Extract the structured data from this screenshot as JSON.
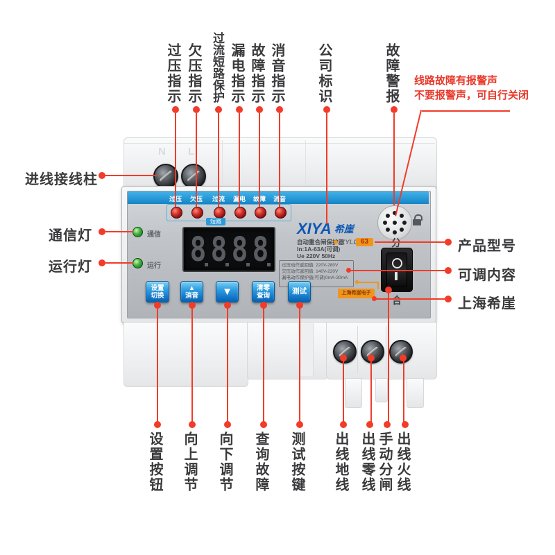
{
  "colors": {
    "annotation_red": "#f23b28",
    "device_blue": "#1e90d2",
    "brand_blue": "#0d57b3",
    "orange": "#f0951c"
  },
  "device": {
    "terminal_top_left_label": "N",
    "terminal_top_right_label": "L",
    "strip_labels": [
      "过压",
      "欠压",
      "过流",
      "漏电",
      "故障",
      "消音"
    ],
    "short_circuit_tag": "短路",
    "status_leds": [
      {
        "label": "通信"
      },
      {
        "label": "运行"
      }
    ],
    "display_digits": [
      "8",
      "8",
      "8",
      "8"
    ],
    "brand": "XIYA",
    "brand_cn": "希崖",
    "product_name": "自动重合闸保护器",
    "spec_current": "In:1A-63A(可调)",
    "spec_voltage": "Ue 220V 50Hz",
    "model_name": "XYLD",
    "model_number": "63",
    "spec_box_lines": [
      "过压动作返回值: 220V-280V",
      "欠压动作返回值: 140V-220V",
      "漏电动作保护值(可调)0mA-30mA"
    ],
    "switch_open_label": "分",
    "switch_close_label": "合",
    "switch_off_symbol": "O",
    "switch_on_symbol": "I",
    "maker_tag": "上海希崖电子",
    "buttons": [
      {
        "line1": "设置",
        "line2": "切换"
      },
      {
        "line1": "▲",
        "line2": "消音"
      },
      {
        "line1": "▼",
        "line2": ""
      },
      {
        "line1": "清零",
        "line2": "查询"
      },
      {
        "line1": "测试",
        "line2": ""
      }
    ]
  },
  "annotations": {
    "top": [
      "过压指示",
      "欠压指示",
      "过流短路保护",
      "漏电指示",
      "故障指示",
      "消音指示",
      "公司标识",
      "故障警报"
    ],
    "left": [
      "进线接线柱",
      "通信灯",
      "运行灯"
    ],
    "right": [
      "产品型号",
      "可调内容",
      "上海希崖"
    ],
    "bottom": [
      "设置按钮",
      "向上调节",
      "向下调节",
      "查询故障",
      "测试按键",
      "出线地线",
      "出线零线",
      "手动分闸",
      "出线火线"
    ],
    "alarm_note": [
      "线路故障有报警声",
      "不要报警声，可自行关闭"
    ]
  }
}
